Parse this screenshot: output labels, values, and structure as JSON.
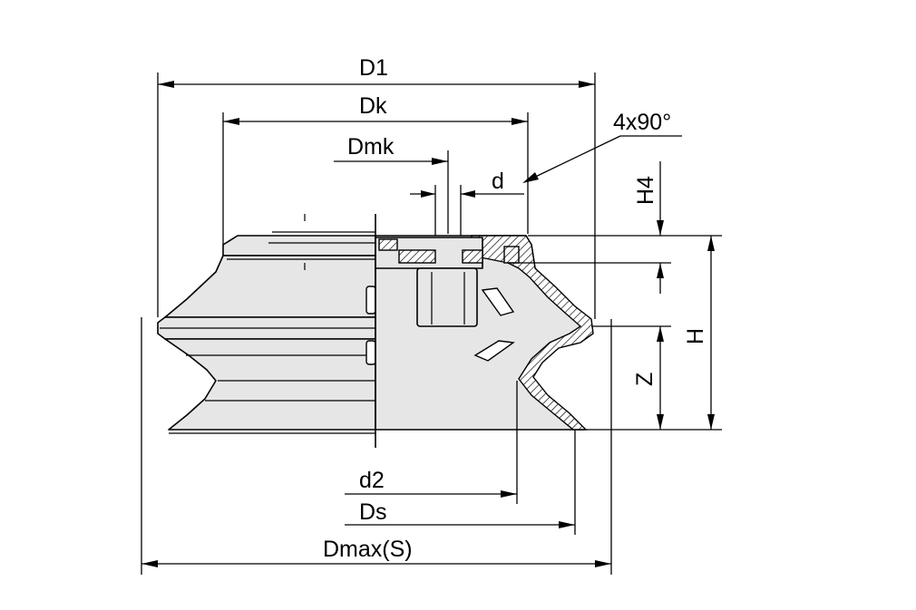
{
  "labels": {
    "D1": "D1",
    "Dk": "Dk",
    "Dmk": "Dmk",
    "d": "d",
    "chamfer": "4x90°",
    "H4": "H4",
    "H": "H",
    "Z": "Z",
    "d2": "d2",
    "Ds": "Ds",
    "Dmax": "Dmax(S)"
  },
  "colors": {
    "body": "#e6e6e6",
    "line": "#000000",
    "background": "#ffffff"
  }
}
